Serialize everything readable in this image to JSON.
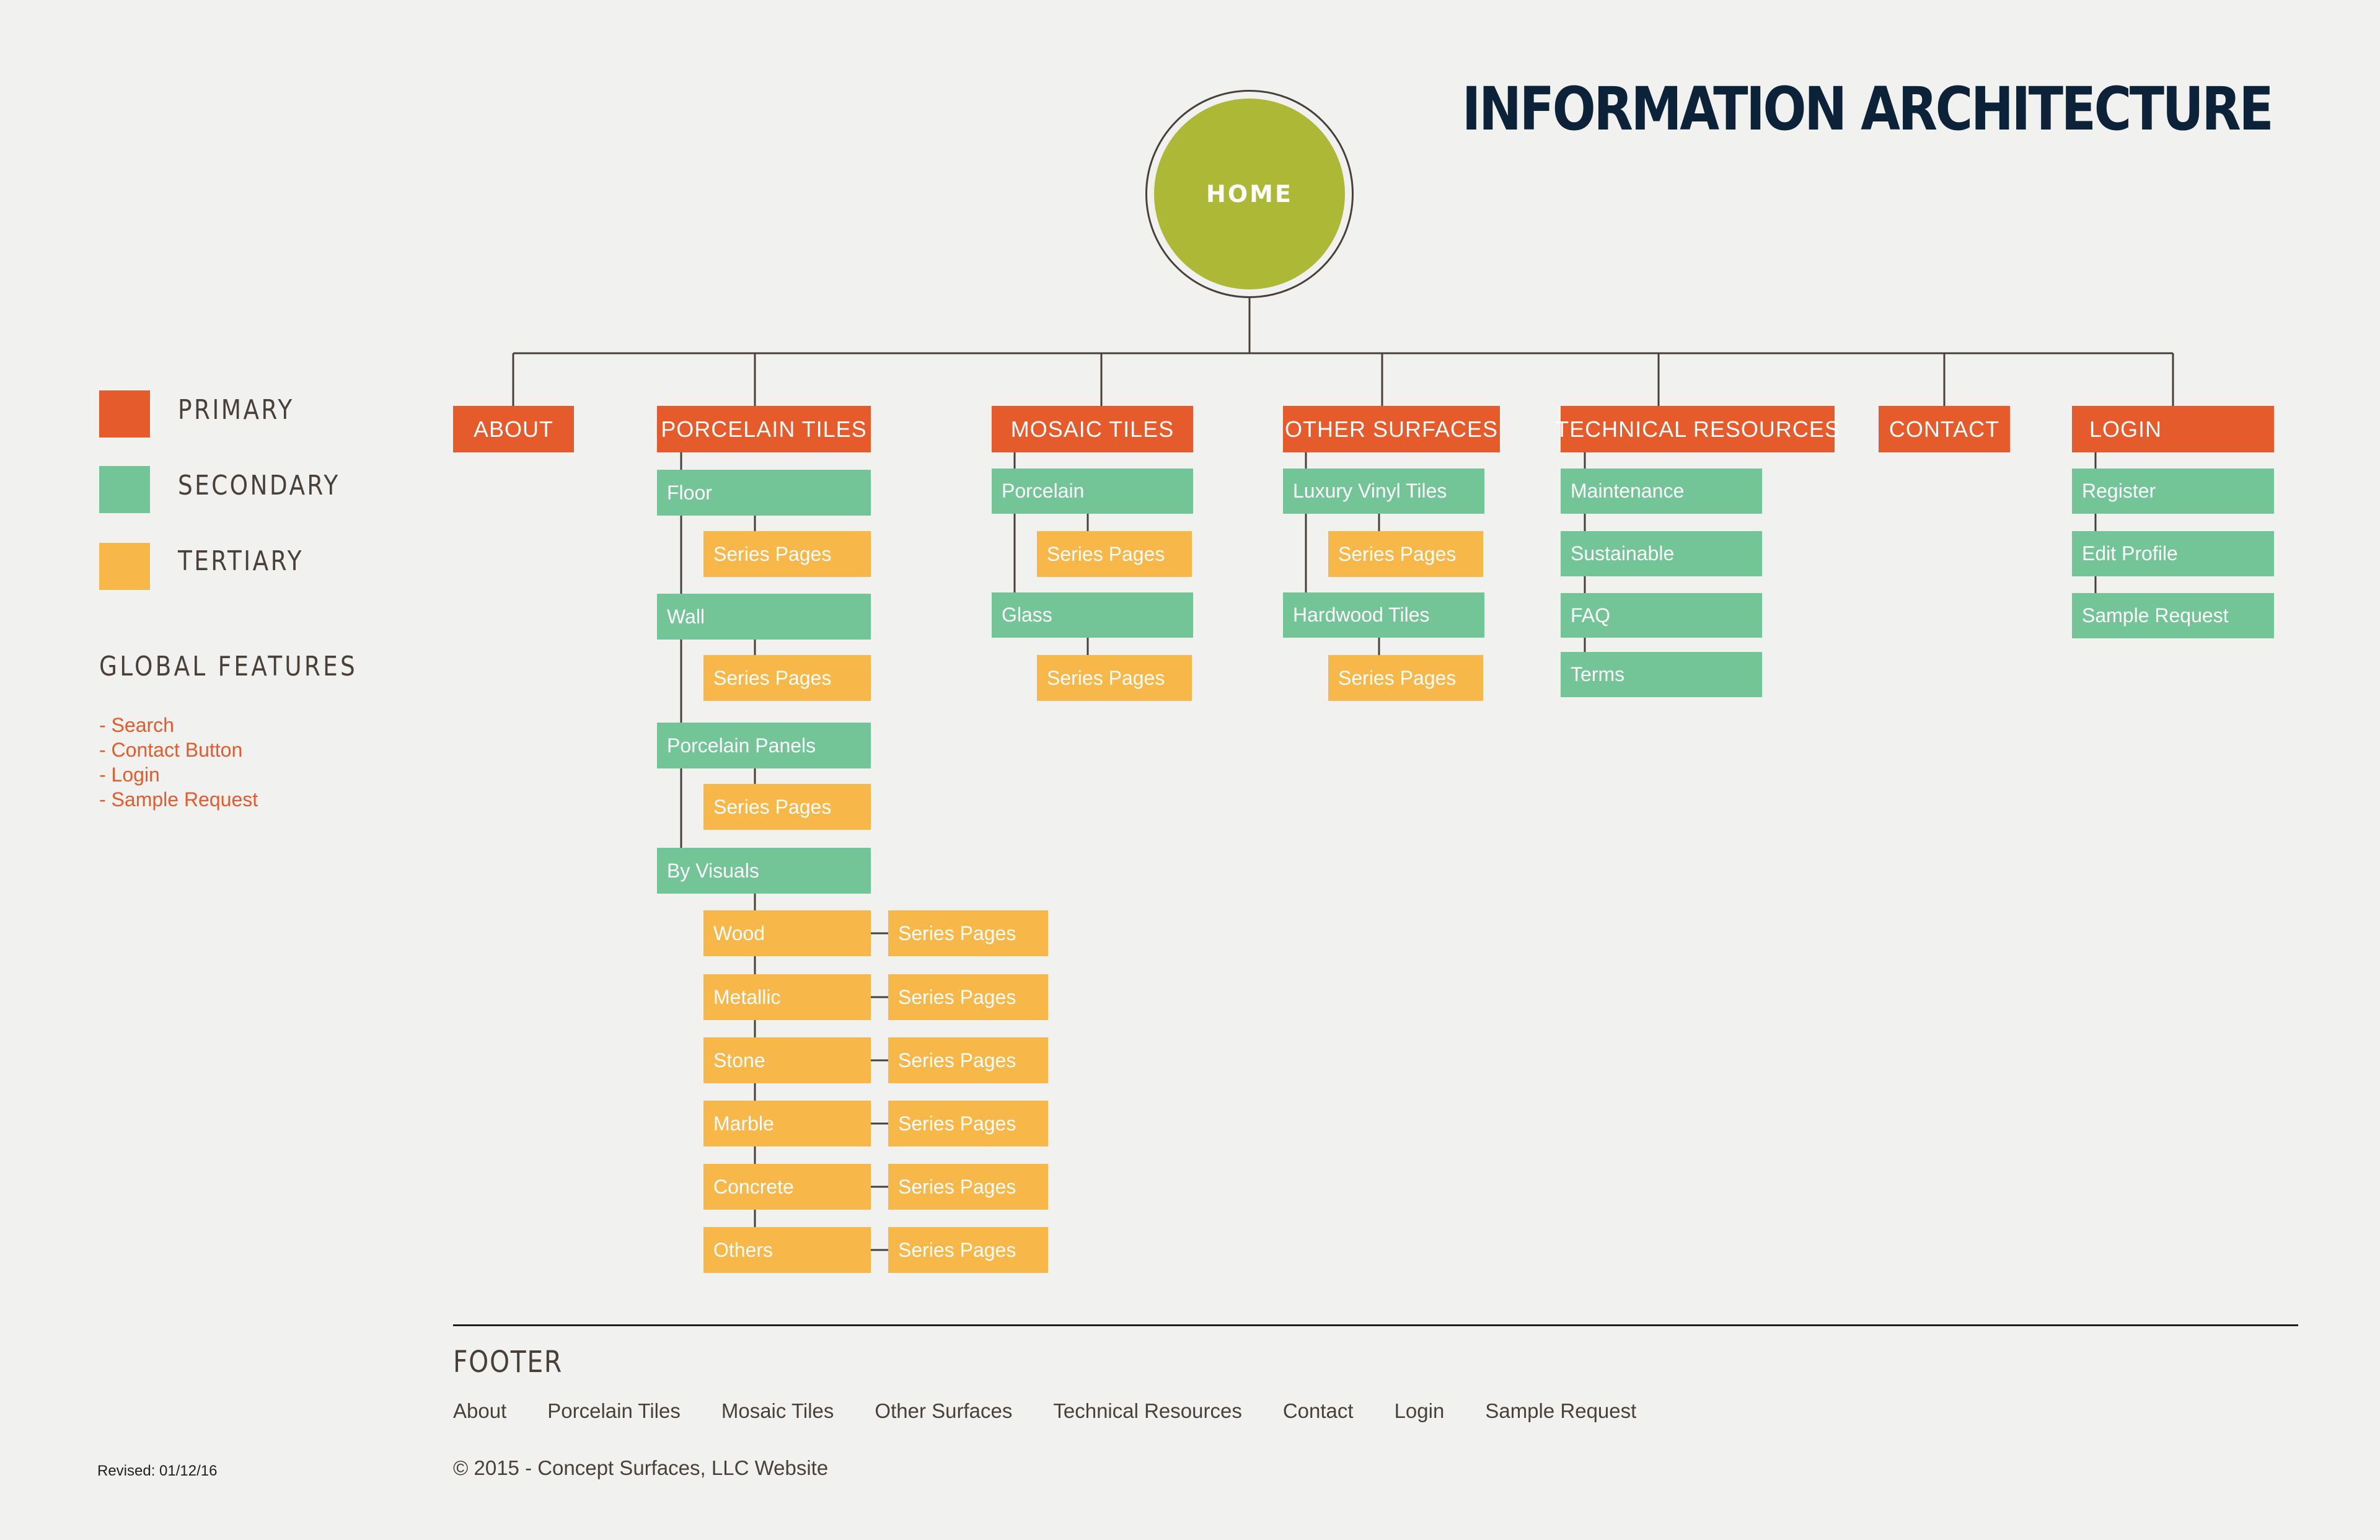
{
  "page": {
    "title": "INFORMATION ARCHITECTURE",
    "revised": "Revised: 01/12/16"
  },
  "colors": {
    "primary": "#e55b2c",
    "secondary": "#73c597",
    "tertiary": "#f7b749",
    "home": "#adb836",
    "title": "#0c2238",
    "text": "#4a403a",
    "background": "#f1f2f0"
  },
  "home": {
    "label": "HOME"
  },
  "legend": {
    "primary": "PRIMARY",
    "secondary": "SECONDARY",
    "tertiary": "TERTIARY"
  },
  "global_features": {
    "title": "GLOBAL FEATURES",
    "items": [
      "- Search",
      "- Contact Button",
      "- Login",
      "- Sample Request"
    ]
  },
  "sitemap": {
    "about": {
      "label": "ABOUT"
    },
    "porcelain": {
      "label": "PORCELAIN TILES",
      "floor": "Floor",
      "floor_series": "Series Pages",
      "wall": "Wall",
      "wall_series": "Series Pages",
      "panels": "Porcelain Panels",
      "panels_series": "Series Pages",
      "visuals": "By Visuals",
      "visual_items": [
        {
          "label": "Wood",
          "series": "Series Pages"
        },
        {
          "label": "Metallic",
          "series": "Series Pages"
        },
        {
          "label": "Stone",
          "series": "Series Pages"
        },
        {
          "label": "Marble",
          "series": "Series Pages"
        },
        {
          "label": "Concrete",
          "series": "Series Pages"
        },
        {
          "label": "Others",
          "series": "Series Pages"
        }
      ]
    },
    "mosaic": {
      "label": "MOSAIC TILES",
      "porcelain": "Porcelain",
      "porcelain_series": "Series Pages",
      "glass": "Glass",
      "glass_series": "Series Pages"
    },
    "other": {
      "label": "OTHER SURFACES",
      "lvt": "Luxury Vinyl Tiles",
      "lvt_series": "Series Pages",
      "hardwood": "Hardwood Tiles",
      "hardwood_series": "Series Pages"
    },
    "technical": {
      "label": "TECHNICAL RESOURCES",
      "items": [
        "Maintenance",
        "Sustainable",
        "FAQ",
        "Terms"
      ]
    },
    "contact": {
      "label": "CONTACT"
    },
    "login": {
      "label": "LOGIN",
      "items": [
        "Register",
        "Edit Profile",
        "Sample Request"
      ]
    }
  },
  "footer": {
    "title": "FOOTER",
    "links": [
      "About",
      "Porcelain Tiles",
      "Mosaic Tiles",
      "Other Surfaces",
      "Technical Resources",
      "Contact",
      "Login",
      "Sample Request"
    ],
    "copyright": "© 2015 - Concept Surfaces, LLC Website"
  }
}
